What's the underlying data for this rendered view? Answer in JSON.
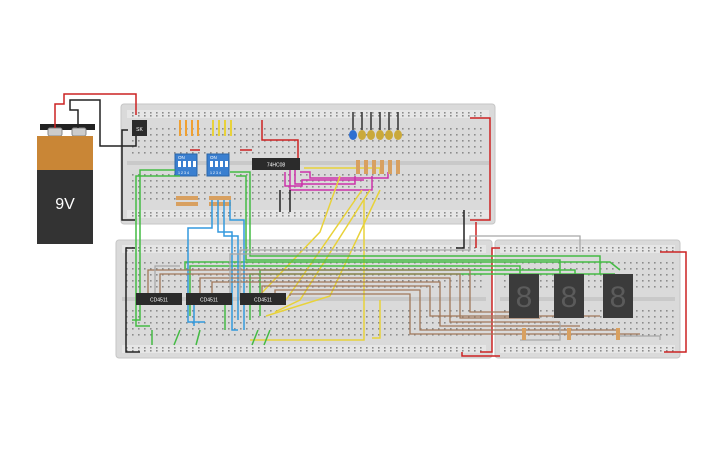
{
  "battery": {
    "label": "9V"
  },
  "switch": {
    "label": "SK"
  },
  "dip_switches": [
    {
      "label": "ON",
      "pins": "1 2 3 4"
    },
    {
      "label": "ON",
      "pins": "1 2 3 4"
    }
  ],
  "top_chip": {
    "label": "74HC08"
  },
  "bottom_chips": [
    {
      "label": "CD4511"
    },
    {
      "label": "CD4511"
    },
    {
      "label": "CD4511"
    }
  ],
  "displays": [
    {
      "glyph": "8"
    },
    {
      "glyph": "8"
    },
    {
      "glyph": "8"
    }
  ],
  "colors": {
    "board": "#d9d9d9",
    "rail_red": "#cc2222",
    "wire_green": "#44bb44",
    "wire_blue": "#3399dd",
    "wire_yellow": "#e8d23a",
    "wire_magenta": "#cc33aa",
    "wire_orange": "#f0a030",
    "wire_brown": "#a0785a",
    "wire_gray": "#a0a0a0",
    "chip": "#2b2b2b",
    "display": "#3b3b3b",
    "led_blue": "#2f6fd0",
    "led_yellow": "#caa93a"
  }
}
